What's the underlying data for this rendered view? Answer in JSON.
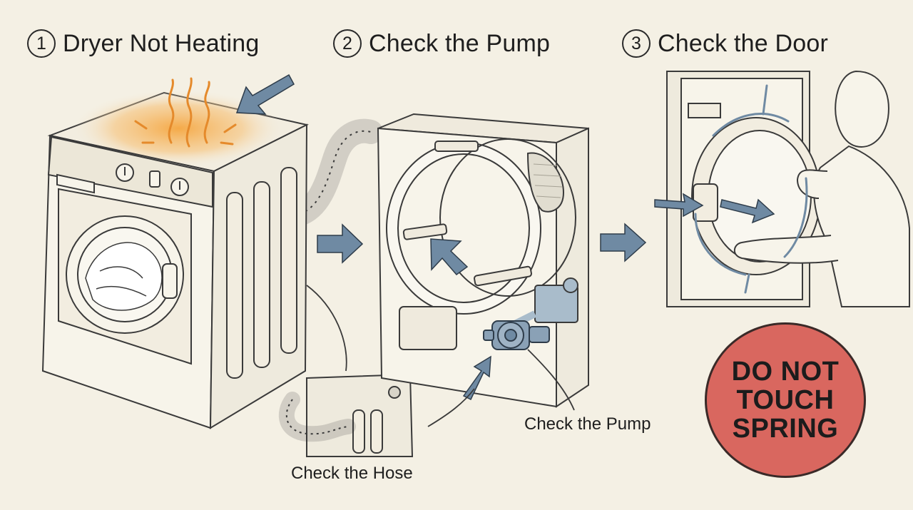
{
  "steps": [
    {
      "number": "1",
      "title": "Dryer Not Heating"
    },
    {
      "number": "2",
      "title": "Check the Pump"
    },
    {
      "number": "3",
      "title": "Check the Door"
    }
  ],
  "callouts": {
    "hose": "Check the Hose",
    "pump": "Check the Pump"
  },
  "warning": {
    "lines": [
      "DO NOT",
      "TOUCH",
      "SPRING"
    ],
    "color": "#d9675f"
  },
  "colors": {
    "background": "#f4f0e4",
    "ink": "#3a3a3a",
    "arrow": "#6f8aa3",
    "heat": "#f0a53a"
  }
}
